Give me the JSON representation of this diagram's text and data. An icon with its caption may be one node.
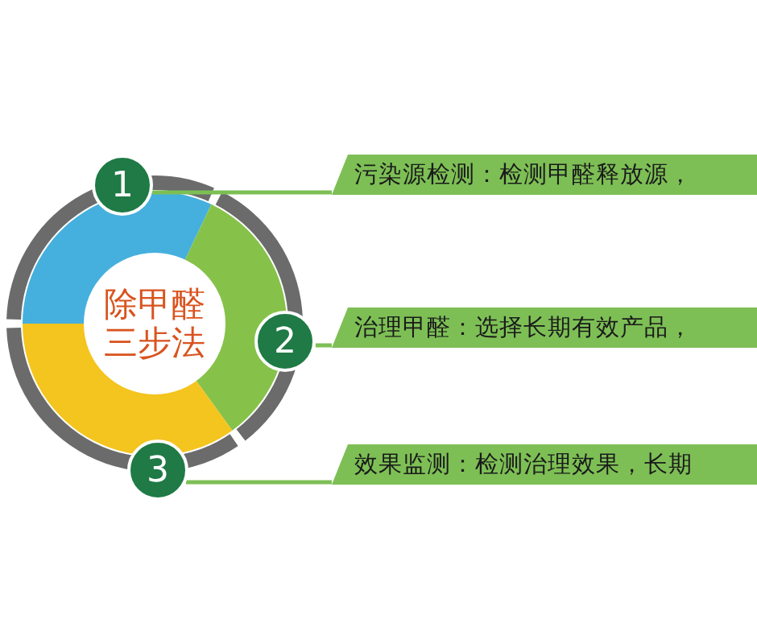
{
  "diagram": {
    "nodes": [
      {
        "text": [
          "除甲醛三步法"
        ]
      },
      {
        "text": [
          "1"
        ]
      },
      {
        "text": [
          "2"
        ]
      },
      {
        "text": [
          "3"
        ]
      },
      {
        "text": [
          "污染源检测：检测甲醛释放源，"
        ]
      },
      {
        "text": [
          "治理甲醛：选择长期有效产品，"
        ]
      },
      {
        "text": [
          "效果监测：检测治理效果，长期"
        ]
      }
    ],
    "edges": [
      {
        "from": 1,
        "to": 4,
        "arrow": "none"
      },
      {
        "from": 2,
        "to": 5,
        "arrow": "none"
      },
      {
        "from": 3,
        "to": 6,
        "arrow": "none"
      }
    ]
  }
}
